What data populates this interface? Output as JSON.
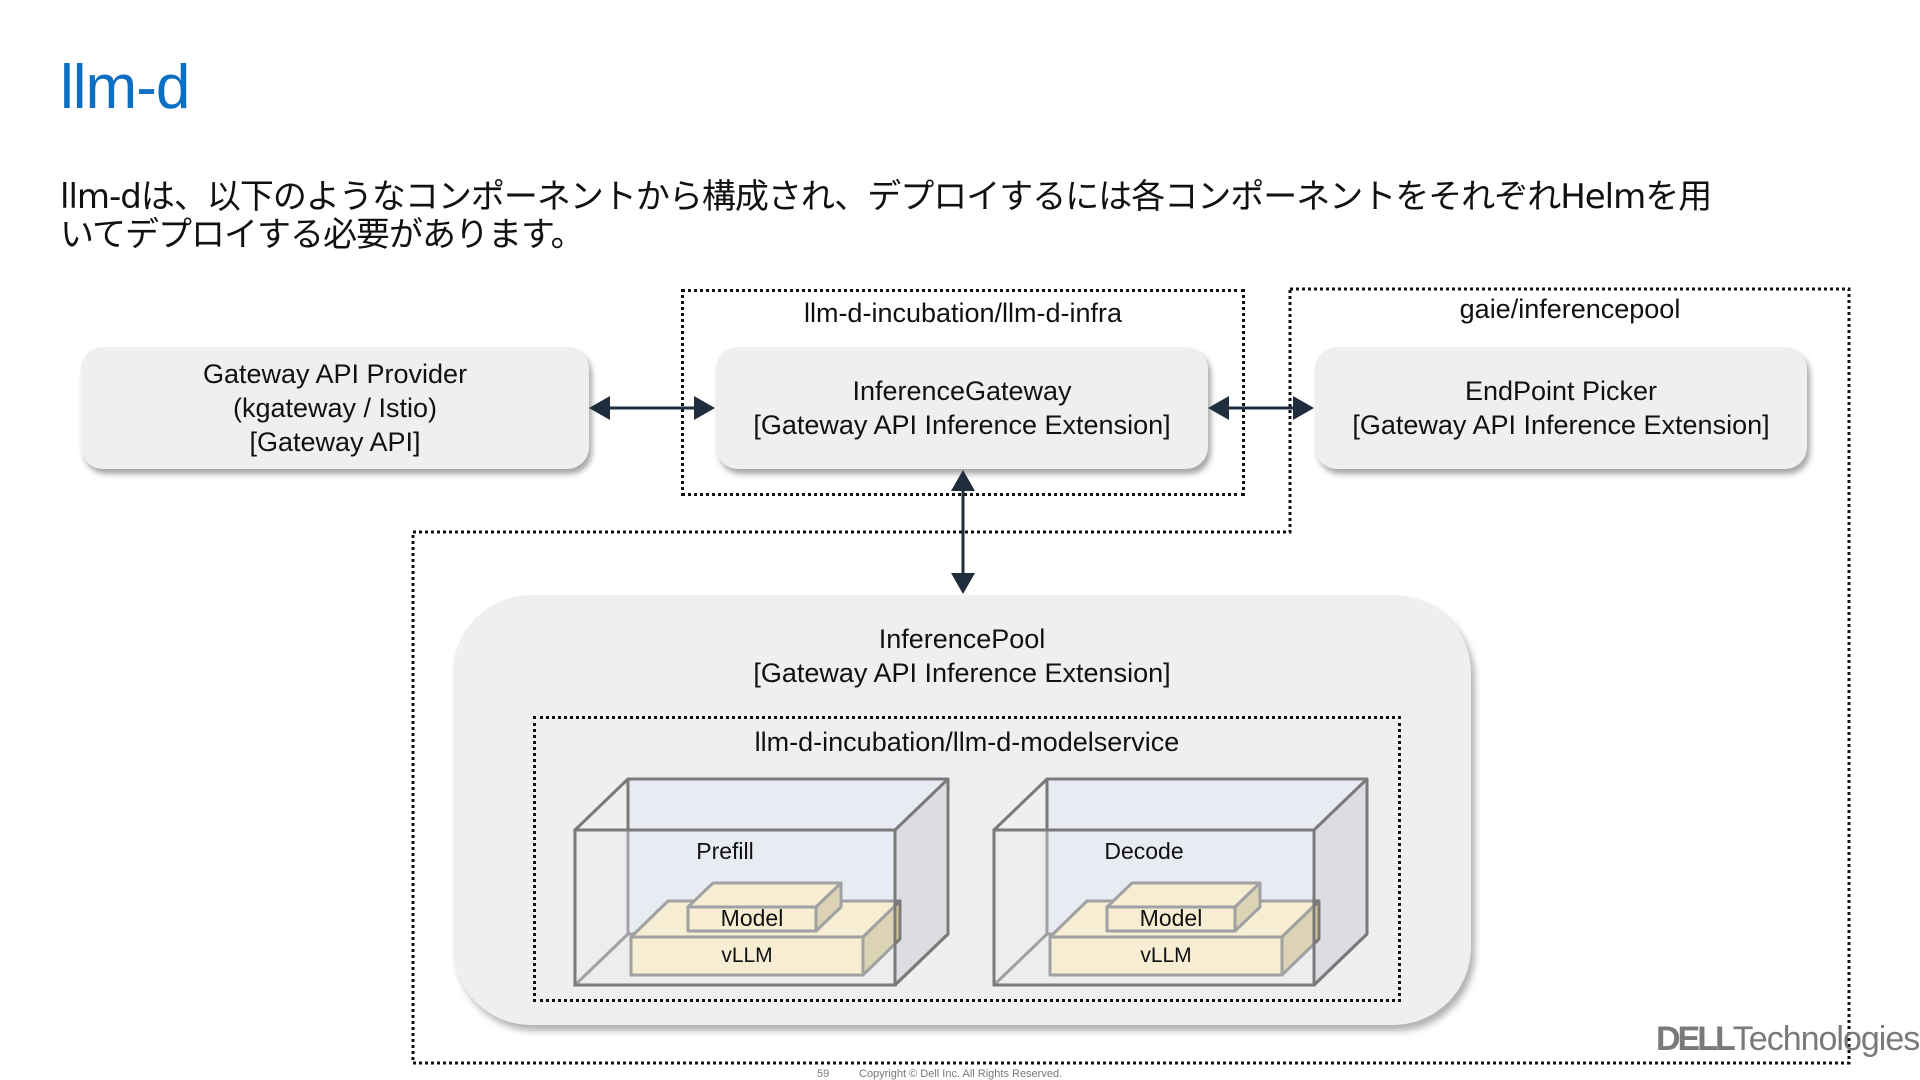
{
  "slide": {
    "title": "llm-d",
    "lead_line1": "llm-dは、以下のようなコンポーネントから構成され、デプロイするには各コンポーネントをそれぞれHelmを用",
    "lead_line2": "いてデプロイする必要があります。",
    "page_number": "59",
    "copyright": "Copyright © Dell Inc. All Rights Reserved.",
    "logo": {
      "brand": "DELL",
      "suffix": "Technologies"
    }
  },
  "groups": {
    "infra": {
      "label": "llm-d-incubation/llm-d-infra"
    },
    "inferencepool": {
      "label": "gaie/inferencepool"
    },
    "modelservice": {
      "label": "llm-d-incubation/llm-d-modelservice"
    }
  },
  "nodes": {
    "gateway_provider": {
      "line1": "Gateway API Provider",
      "line2": "(kgateway / Istio)",
      "line3": "[Gateway API]"
    },
    "inference_gateway": {
      "line1": "InferenceGateway",
      "line2": "[Gateway API Inference Extension]"
    },
    "endpoint_picker": {
      "line1": "EndPoint Picker",
      "line2": "[Gateway API Inference Extension]"
    },
    "inference_pool": {
      "line1": "InferencePool",
      "line2": "[Gateway API Inference Extension]"
    }
  },
  "pods": [
    {
      "label": "Prefill",
      "model": "Model",
      "runtime": "vLLM"
    },
    {
      "label": "Decode",
      "model": "Model",
      "runtime": "vLLM"
    }
  ],
  "colors": {
    "title": "#0b6fc3",
    "card_bg": "#efefef",
    "arrow": "#1f2d3d",
    "cube_stroke": "#7a7a7a",
    "cube_face": "#e8ebf2",
    "layer_face": "#fdefc2",
    "layer_side": "#d6c796"
  },
  "edges": [
    {
      "from": "gateway_provider",
      "to": "inference_gateway",
      "direction": "both"
    },
    {
      "from": "inference_gateway",
      "to": "endpoint_picker",
      "direction": "both"
    },
    {
      "from": "inference_gateway",
      "to": "inference_pool",
      "direction": "both"
    }
  ]
}
